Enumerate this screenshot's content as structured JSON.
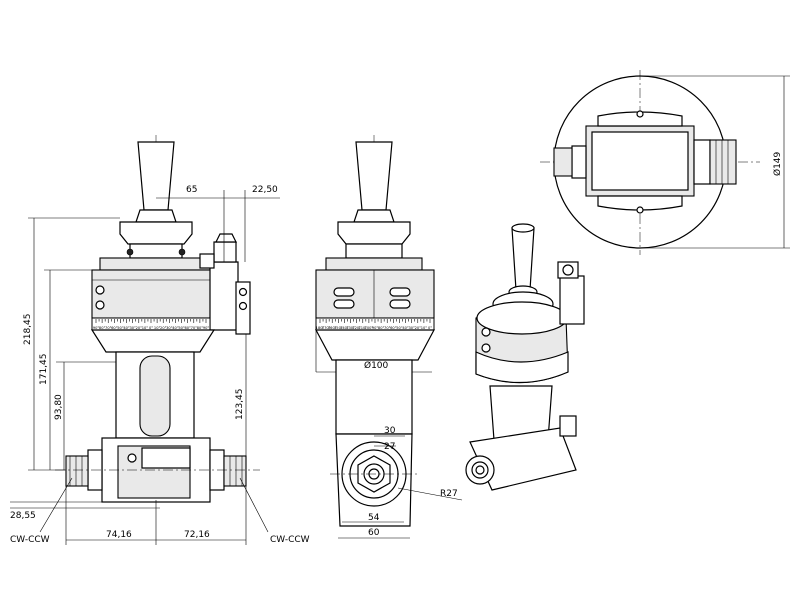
{
  "dimensions": {
    "d65": "65",
    "d22_50": "22,50",
    "d218_45": "218,45",
    "d171_45": "171,45",
    "d93_80": "93,80",
    "d123_45": "123,45",
    "d28_55": "28,55",
    "d74_16": "74,16",
    "d72_16": "72,16",
    "d100": "Ø100",
    "d30": "30",
    "d27": "27",
    "r27": "R27",
    "d54": "54",
    "d60": "60",
    "d149": "Ø149"
  },
  "labels": {
    "cw_ccw_left": "CW-CCW",
    "cw_ccw_right": "CW-CCW"
  },
  "angle_scale": {
    "left_view": [
      "90°",
      "80°",
      "70°",
      "60°",
      "50°",
      "40°",
      "30°",
      "20°",
      "10°",
      "0°",
      "10°",
      "20°",
      "30°",
      "40°",
      "50°",
      "60°",
      "70°",
      "80°",
      "90°"
    ],
    "middle_view": [
      "180°",
      "170°",
      "160°",
      "150°",
      "140°",
      "130°",
      "120°",
      "110°",
      "100°",
      "90°",
      "80°",
      "70°",
      "60°",
      "50°",
      "40°",
      "30°",
      "20°",
      "10°",
      "0°"
    ]
  }
}
